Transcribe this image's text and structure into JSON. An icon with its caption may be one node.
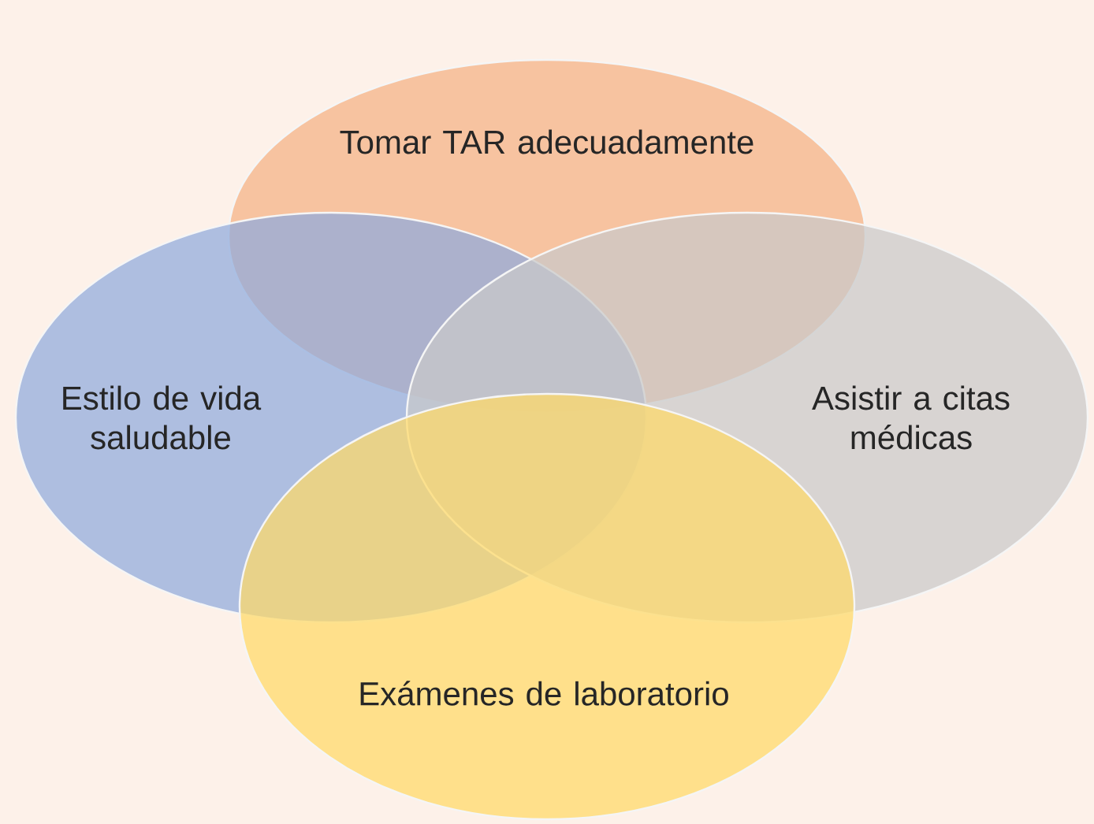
{
  "diagram": {
    "nodes": [
      {
        "text": [
          "Tomar TAR adecuadamente"
        ]
      },
      {
        "text": [
          "Estilo de vida saludable"
        ]
      },
      {
        "text": [
          "Asistir a citas médicas"
        ]
      },
      {
        "text": [
          "Exámenes de laboratorio"
        ]
      }
    ]
  }
}
